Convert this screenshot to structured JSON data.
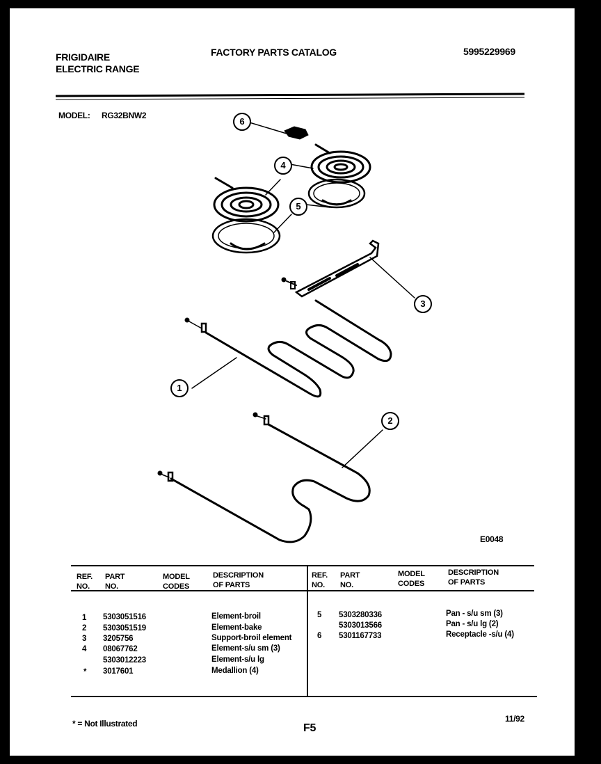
{
  "header": {
    "brand": "FRIGIDAIRE",
    "product": "ELECTRIC RANGE",
    "title": "FACTORY PARTS CATALOG",
    "catalog_number": "5995229969",
    "model_label": "MODEL:",
    "model_value": "RG32BNW2"
  },
  "diagram": {
    "figure_code": "E0048",
    "callouts": [
      "1",
      "2",
      "3",
      "4",
      "5",
      "6"
    ]
  },
  "table": {
    "columns": [
      {
        "line1": "REF.",
        "line2": "NO."
      },
      {
        "line1": "PART",
        "line2": "NO."
      },
      {
        "line1": "MODEL",
        "line2": "CODES"
      },
      {
        "line1": "DESCRIPTION",
        "line2": "OF PARTS"
      }
    ],
    "left_rows": [
      {
        "ref": "1",
        "part": "5303051516",
        "codes": "",
        "desc": "Element-broil"
      },
      {
        "ref": "2",
        "part": "5303051519",
        "codes": "",
        "desc": "Element-bake"
      },
      {
        "ref": "3",
        "part": "3205756",
        "codes": "",
        "desc": "Support-broil element"
      },
      {
        "ref": "4",
        "part": "08067762",
        "codes": "",
        "desc": "Element-s/u sm  (3)"
      },
      {
        "ref": "",
        "part": "5303012223",
        "codes": "",
        "desc": "Element-s/u lg"
      },
      {
        "ref": "*",
        "part": "3017601",
        "codes": "",
        "desc": "Medallion (4)"
      }
    ],
    "right_rows": [
      {
        "ref": "5",
        "part": "5303280336",
        "codes": "",
        "desc": "Pan - s/u sm (3)"
      },
      {
        "ref": "",
        "part": "5303013566",
        "codes": "",
        "desc": "Pan - s/u lg (2)"
      },
      {
        "ref": "6",
        "part": "5301167733",
        "codes": "",
        "desc": "Receptacle -s/u (4)"
      }
    ]
  },
  "footer": {
    "note": "* = Not Illustrated",
    "page": "F5",
    "date": "11/92"
  }
}
